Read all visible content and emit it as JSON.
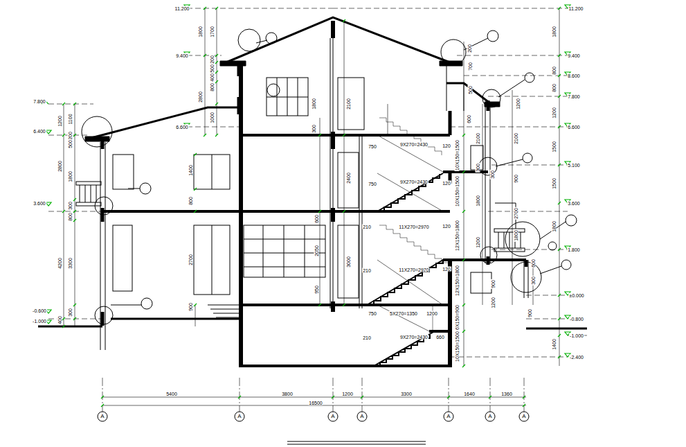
{
  "diagram": {
    "labels": [
      "11.200",
      "11.200",
      "9.400",
      "9.400",
      "8.600",
      "7.800",
      "7.800",
      "6.600",
      "6.600",
      "6.400",
      "5.100",
      "3.600",
      "3.600",
      "1.800",
      "-0.600",
      "-1.000",
      "±0.000",
      "-0.800",
      "-1.000",
      "-2.400",
      "1800",
      "2800",
      "1700",
      "200",
      "500",
      "400",
      "800",
      "1000",
      "1200",
      "1100",
      "200",
      "500",
      "2800",
      "1800",
      "300",
      "800",
      "4200",
      "3300",
      "300",
      "400",
      "1400",
      "800",
      "2700",
      "900",
      "1800",
      "300",
      "2100",
      "2400",
      "600",
      "2050",
      "3000",
      "950",
      "750",
      "9X270=2430",
      "120",
      "750",
      "9X270=2430",
      "120",
      "210",
      "11X270=2970",
      "120",
      "210",
      "11X270=2970",
      "120",
      "750",
      "5X270=1350",
      "1200",
      "210",
      "9X270=2430",
      "660",
      "10X150=1500",
      "10X150=1500",
      "12X150=1800",
      "12X150=1800",
      "6X150=900",
      "10X150=1500",
      "200",
      "700",
      "500",
      "600",
      "2100",
      "300",
      "1800",
      "1200",
      "1200",
      "2100",
      "300",
      "900",
      "2700",
      "1800",
      "900",
      "1200",
      "600",
      "300",
      "900",
      "1800",
      "800",
      "800",
      "1200",
      "1500",
      "1500",
      "1800",
      "1400",
      "5400",
      "3800",
      "1200",
      "3300",
      "1640",
      "1360",
      "16500",
      "A",
      "A",
      "A",
      "A",
      "A",
      "A",
      "A"
    ]
  }
}
